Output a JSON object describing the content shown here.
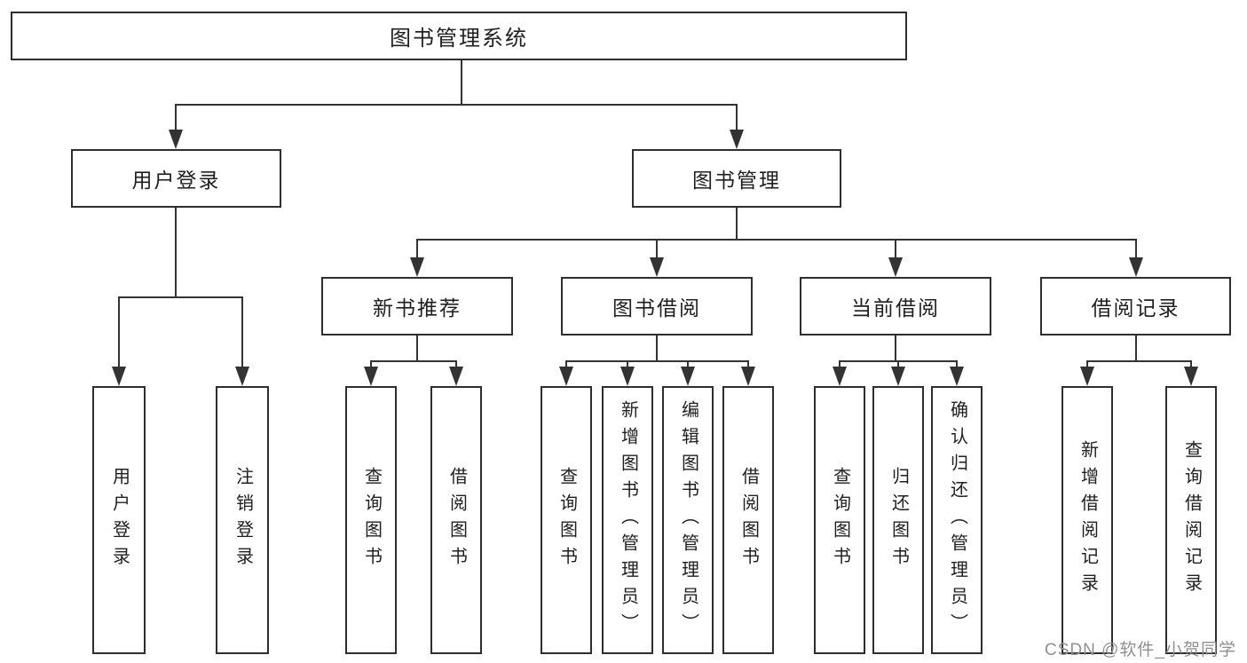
{
  "diagram": {
    "root": {
      "label": "图书管理系统"
    },
    "branches": [
      {
        "label": "用户登录",
        "children": [
          {
            "label": "用户登录"
          },
          {
            "label": "注销登录"
          }
        ]
      },
      {
        "label": "图书管理",
        "children": [
          {
            "label": "新书推荐",
            "children": [
              {
                "label": "查询图书"
              },
              {
                "label": "借阅图书"
              }
            ]
          },
          {
            "label": "图书借阅",
            "children": [
              {
                "label": "查询图书"
              },
              {
                "label": "新增图书（管理员）"
              },
              {
                "label": "编辑图书（管理员）"
              },
              {
                "label": "借阅图书"
              }
            ]
          },
          {
            "label": "当前借阅",
            "children": [
              {
                "label": "查询图书"
              },
              {
                "label": "归还图书"
              },
              {
                "label": "确认归还（管理员）"
              }
            ]
          },
          {
            "label": "借阅记录",
            "children": [
              {
                "label": "新增借阅记录"
              },
              {
                "label": "查询借阅记录"
              }
            ]
          }
        ]
      }
    ]
  },
  "watermark": {
    "text": "CSDN @软件_小贺同学"
  },
  "colors": {
    "line": "#333333",
    "box_border": "#2e2e2e",
    "text": "#1f1f1f",
    "watermark": "#909090",
    "background": "#ffffff"
  }
}
